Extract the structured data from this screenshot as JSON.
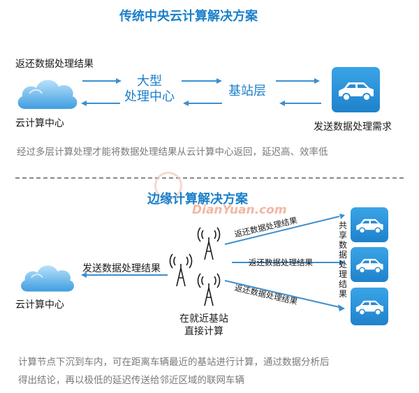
{
  "top": {
    "title": "传统中央云计算解决方案",
    "return_label": "返还数据处理结果",
    "big_center": [
      "大型",
      "处理中心"
    ],
    "base_layer": "基站层",
    "cloud_label": "云计算中心",
    "send_request": "发送数据处理需求",
    "description": "经过多层计算处理才能将数据处理结果从云计算中心返回，延迟高、效率低"
  },
  "watermark": {
    "text": "DianYuan.com"
  },
  "bottom": {
    "title": "边缘计算解决方案",
    "send_result": "发送数据处理结果",
    "cloud_label": "云计算中心",
    "base_label": [
      "在就近基站",
      "直接计算"
    ],
    "return_labels": [
      "返还数据处理结果",
      "返还数据处理结果",
      "返还数据处理结果"
    ],
    "share_label": "共享数据处理结果",
    "description": [
      "计算节点下沉到车内，可在距离车辆最近的基站进行计算，通过数据分析后",
      "得出结论，再以极低的延迟传送给邻近区域的联网车辆"
    ]
  },
  "colors": {
    "accent": "#1a7fc9",
    "arrow": "#3d8fcf",
    "cloud": "#5bb3ec"
  }
}
